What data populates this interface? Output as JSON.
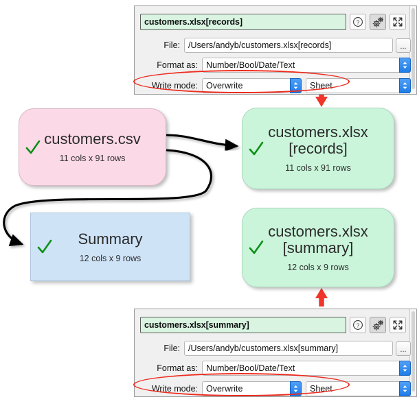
{
  "panels": [
    {
      "id": "records-panel",
      "title": "customers.xlsx[records]",
      "buttons": {
        "help": "help-icon",
        "settings": "gears-icon",
        "expand": "expand-icon"
      },
      "fields": [
        {
          "label": "File:",
          "value": "/Users/andyb/customers.xlsx[records]",
          "browse": "..."
        },
        {
          "label": "Format as:",
          "value": "Number/Bool/Date/Text"
        }
      ],
      "write_mode": {
        "label": "Write mode:",
        "value": "Overwrite",
        "target": "Sheet"
      }
    },
    {
      "id": "summary-panel",
      "title": "customers.xlsx[summary]",
      "buttons": {
        "help": "help-icon",
        "settings": "gears-icon",
        "expand": "expand-icon"
      },
      "fields": [
        {
          "label": "File:",
          "value": "/Users/andyb/customers.xlsx[summary]",
          "browse": "..."
        },
        {
          "label": "Format as:",
          "value": "Number/Bool/Date/Text"
        }
      ],
      "write_mode": {
        "label": "Write mode:",
        "value": "Overwrite",
        "target": "Sheet"
      }
    }
  ],
  "nodes": [
    {
      "id": "customers-csv",
      "name": "customers.csv",
      "name2": "",
      "sub": "11 cols x 91 rows",
      "status": "ok",
      "color": "#fbd9e6"
    },
    {
      "id": "customers-xlsx-records",
      "name": "customers.xlsx",
      "name2": "[records]",
      "sub": "11 cols x 91 rows",
      "status": "ok",
      "color": "#caf5da"
    },
    {
      "id": "summary",
      "name": "Summary",
      "name2": "",
      "sub": "12 cols x 9 rows",
      "status": "ok",
      "color": "#cfe3f7"
    },
    {
      "id": "customers-xlsx-summary",
      "name": "customers.xlsx",
      "name2": "[summary]",
      "sub": "12 cols x 9 rows",
      "status": "ok",
      "color": "#caf5da"
    }
  ],
  "annotations": {
    "ellipse_color": "#ee2b1e",
    "arrow_color": "#f2352a",
    "arrow_down": "points from records panel down to customers.xlsx[records] node",
    "arrow_up": "points from customers.xlsx[summary] node down to summary panel"
  },
  "colors": {
    "pink": "#fbd9e6",
    "green": "#caf5da",
    "blue": "#cfe3f7",
    "title_field": "#d9f5e2",
    "stepper_blue": "#2f86ea",
    "tick_green": "#0e8f18",
    "panel_bg": "#f0f0f0"
  }
}
